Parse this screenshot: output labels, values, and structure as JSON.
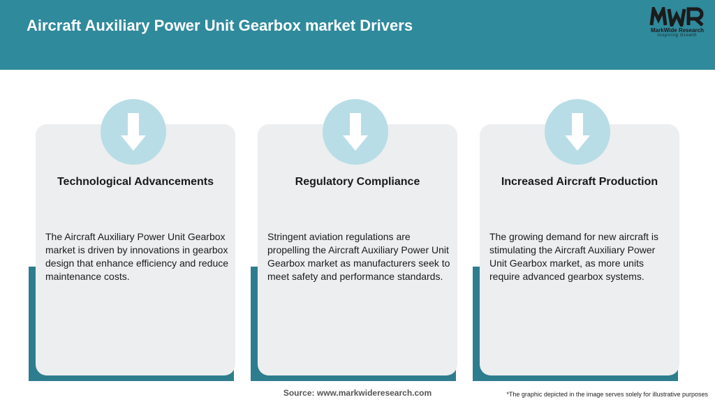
{
  "header": {
    "title": "Aircraft Auxiliary Power Unit Gearbox market Drivers",
    "background_color": "#2f8a9c"
  },
  "logo": {
    "mark": "MWR",
    "name": "MarkWide Research",
    "tagline": "Inspiring Growth"
  },
  "cards": [
    {
      "icon": "down-arrow-icon",
      "title": "Technological Advancements",
      "text": "The Aircraft Auxiliary Power Unit Gearbox market is driven by innovations in gearbox design that enhance efficiency and reduce maintenance costs."
    },
    {
      "icon": "down-arrow-icon",
      "title": "Regulatory Compliance",
      "text": "Stringent aviation regulations are propelling the Aircraft Auxiliary Power Unit Gearbox market as manufacturers seek to meet safety and performance standards."
    },
    {
      "icon": "down-arrow-icon",
      "title": "Increased Aircraft Production",
      "text": "The growing demand for new aircraft is stimulating the Aircraft Auxiliary Power Unit Gearbox market, as more units require advanced gearbox systems."
    }
  ],
  "colors": {
    "accent": "#2e7d8e",
    "card_background": "#eceef0",
    "icon_circle": "#b8dde6"
  },
  "footer": {
    "source": "Source: www.markwideresearch.com",
    "disclaimer": "*The graphic depicted in the image serves solely for illustrative purposes"
  }
}
